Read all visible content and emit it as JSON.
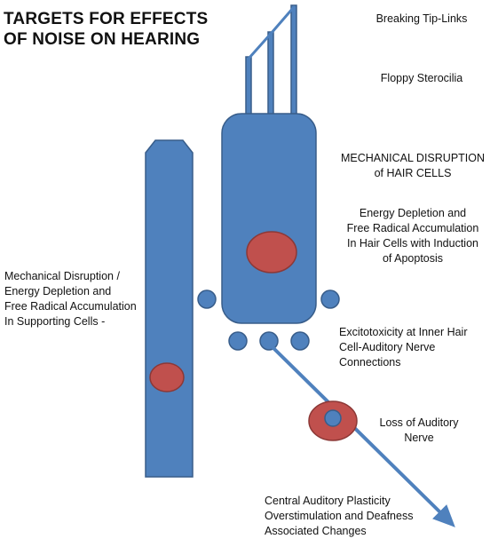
{
  "title": {
    "line1": "TARGETS FOR EFFECTS",
    "line2": "OF NOISE ON HEARING"
  },
  "labels": {
    "tip_links": "Breaking Tip-Links",
    "floppy": "Floppy Sterocilia",
    "mechanical_line1": "MECHANICAL DISRUPTION",
    "mechanical_line2": "of HAIR CELLS",
    "energy_line1": "Energy Depletion and",
    "energy_line2": "Free Radical Accumulation",
    "energy_line3": "In Hair Cells with Induction",
    "energy_line4": "of Apoptosis",
    "supporting_line1": "Mechanical Disruption /",
    "supporting_line2": "Energy Depletion and",
    "supporting_line3": "Free Radical Accumulation",
    "supporting_line4": "In Supporting Cells -",
    "excito_line1": "Excitotoxicity at Inner Hair",
    "excito_line2": "Cell-Auditory Nerve",
    "excito_line3": "Connections",
    "nerve_line1": "Loss of Auditory",
    "nerve_line2": "Nerve",
    "central_line1": "Central Auditory Plasticity",
    "central_line2": "Overstimulation and Deafness",
    "central_line3": "Associated Changes"
  },
  "colors": {
    "cell_fill": "#4F81BD",
    "cell_stroke": "#385D8A",
    "nucleus_fill": "#C0504D",
    "nucleus_stroke": "#8C3836",
    "text": "#111111"
  }
}
